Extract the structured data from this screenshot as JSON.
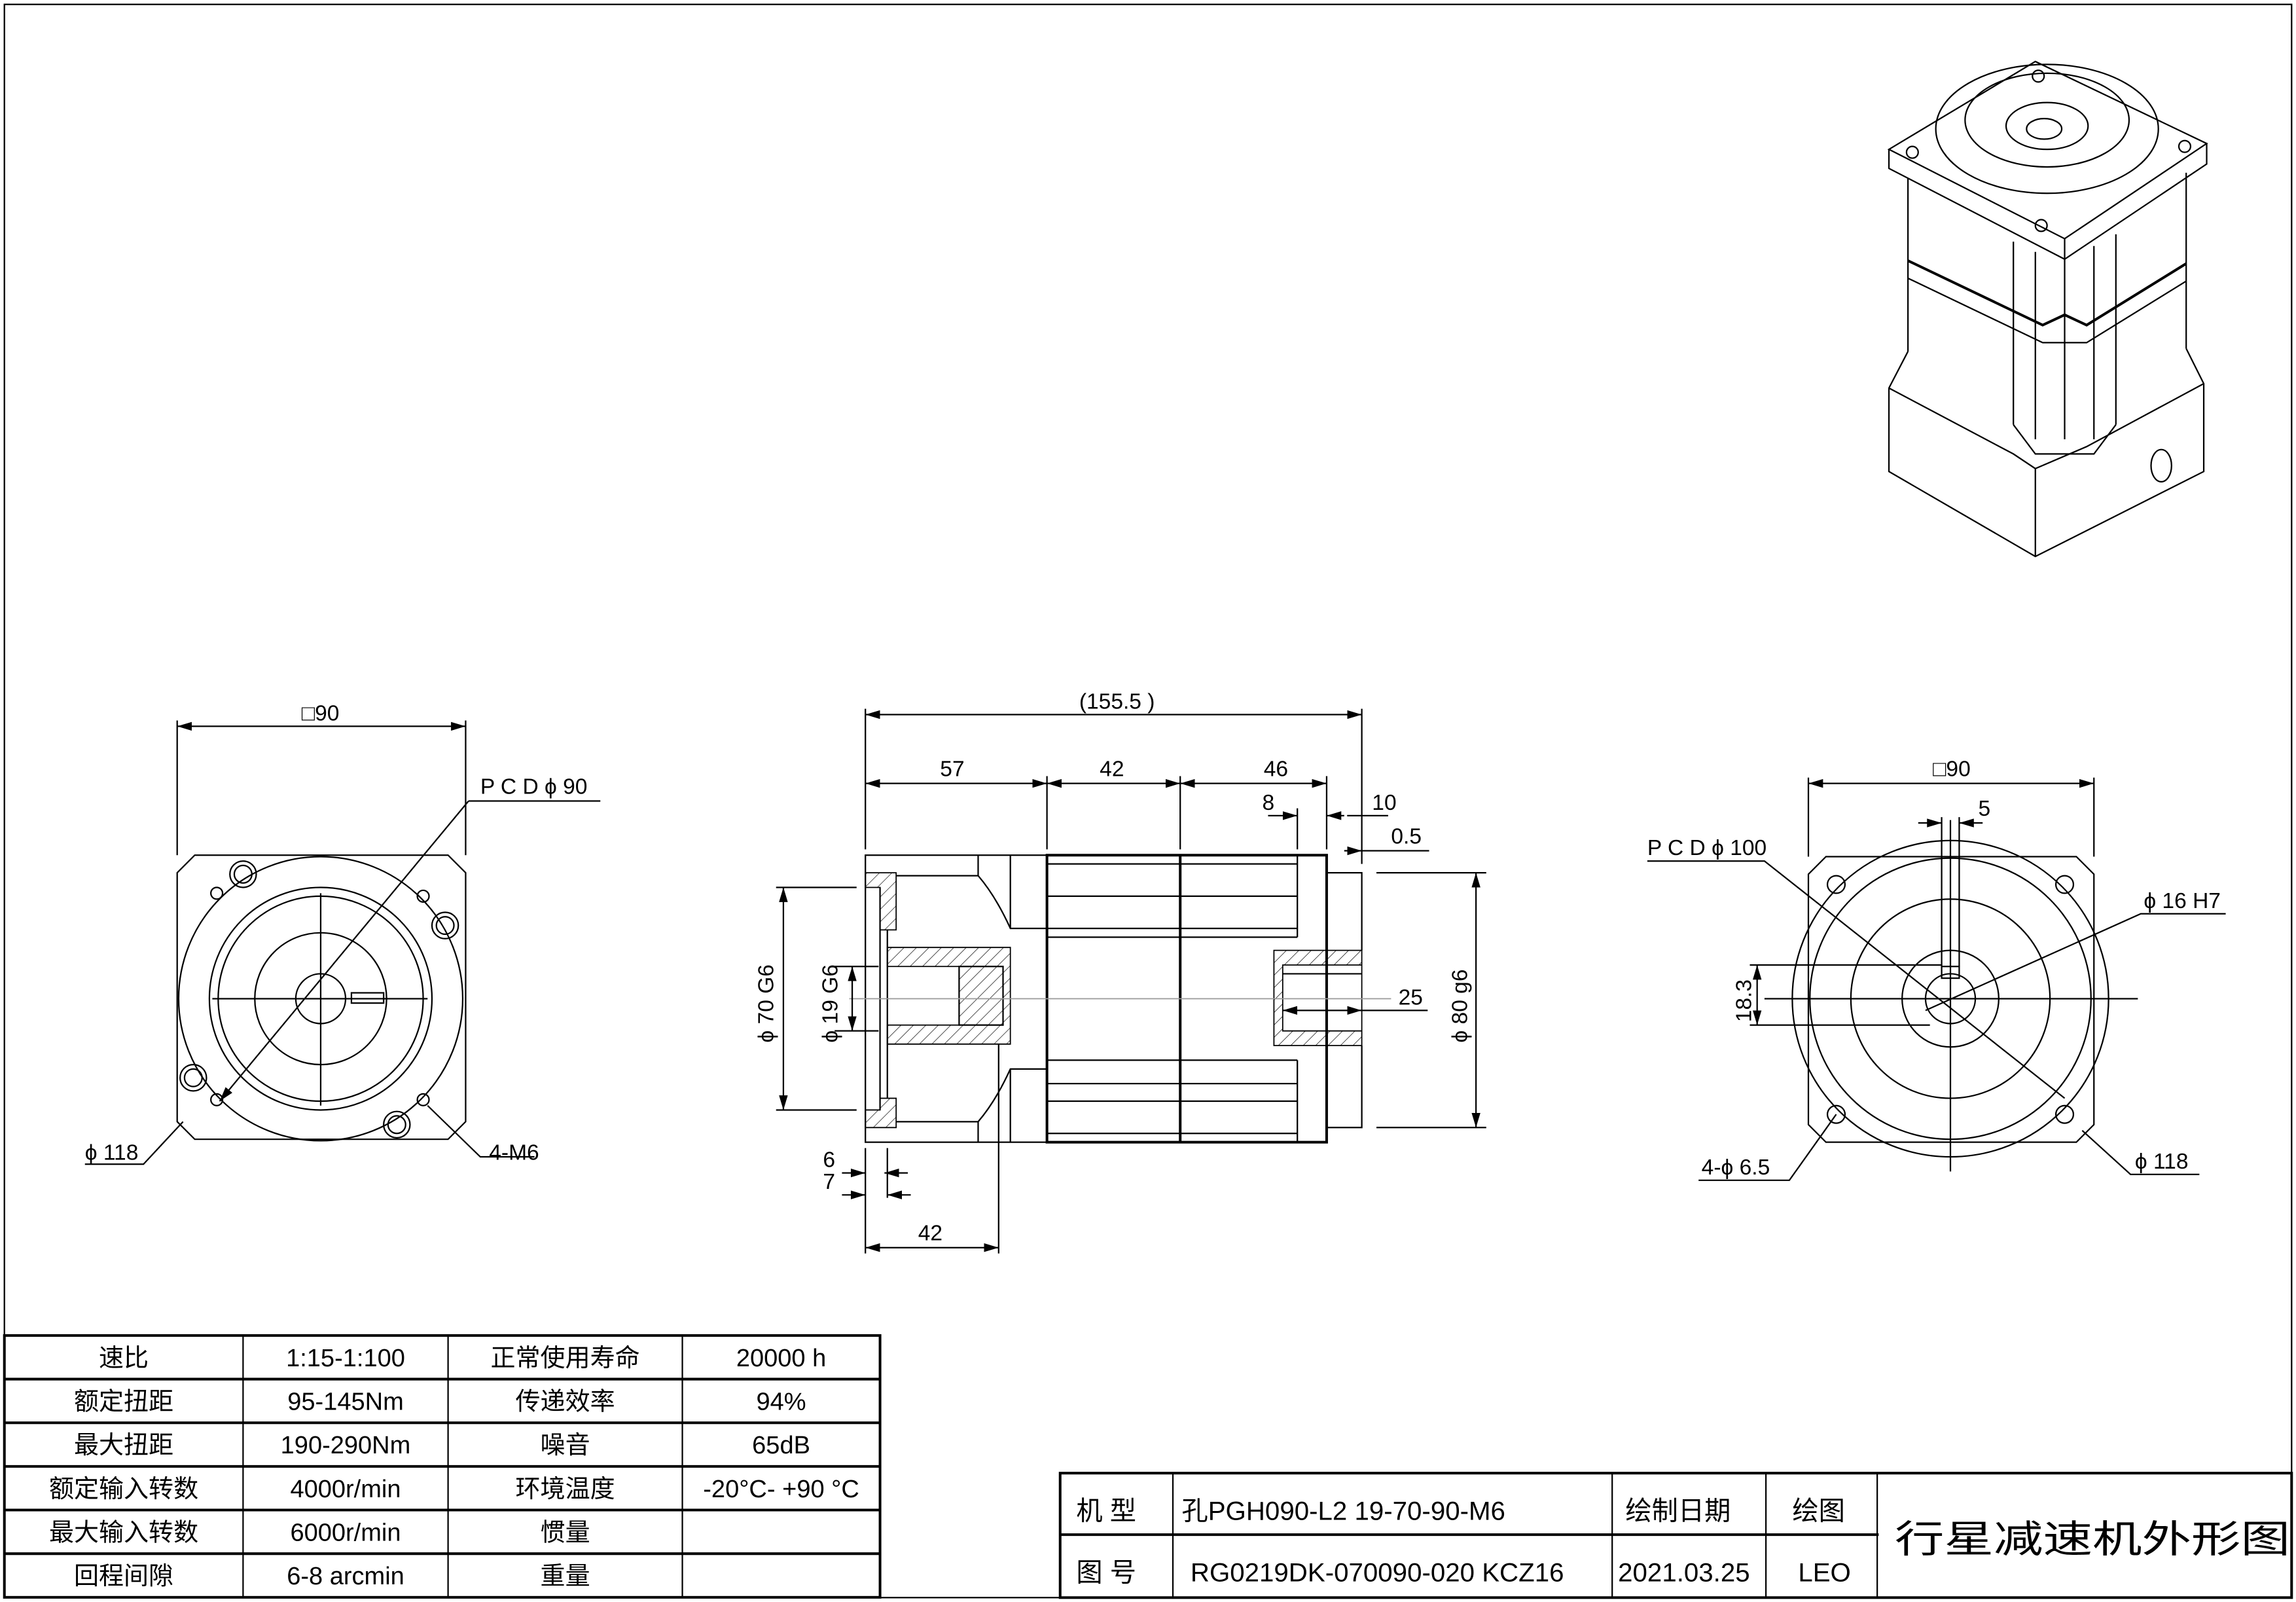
{
  "drawing": {
    "left_view": {
      "square": "□90",
      "pcd": "P C D   ϕ 90",
      "outer": "ϕ 118",
      "holes": "4-M6"
    },
    "side_view": {
      "overall": "(155.5   )",
      "d1": "57",
      "d2": "42",
      "d3": "46",
      "d4": "8",
      "d5": "10",
      "d6": "0.5",
      "flange_dia": "ϕ 70  G6",
      "bore_dia": "ϕ 19  G6",
      "output_dia": "ϕ 80  g6",
      "output_depth": "25",
      "d7": "6",
      "d8": "7",
      "d9": "42"
    },
    "right_view": {
      "square": "□90",
      "keyway": "5",
      "pcd": "P C D   ϕ 100",
      "bore": "ϕ 16  H7",
      "key_height": "18.3",
      "holes": "4-ϕ 6.5",
      "outer": "ϕ 118"
    }
  },
  "spec_table": {
    "rows": [
      [
        "速比",
        "1:15-1:100",
        "正常使用寿命",
        "20000 h"
      ],
      [
        "额定扭距",
        "95-145Nm",
        "传递效率",
        "94%"
      ],
      [
        "最大扭距",
        "190-290Nm",
        "噪音",
        "65dB"
      ],
      [
        "额定输入转数",
        "4000r/min",
        "环境温度",
        "-20°C- +90 °C"
      ],
      [
        "最大输入转数",
        "6000r/min",
        "惯量",
        ""
      ],
      [
        "回程间隙",
        "6-8 arcmin",
        "重量",
        ""
      ]
    ]
  },
  "title_block": {
    "model_label": "机  型",
    "model_value": "孔PGH090-L2  19-70-90-M6",
    "number_label": "图  号",
    "number_value": "RG0219DK-070090-020  KCZ16",
    "date_label": "绘制日期",
    "date_value": "2021.03.25",
    "drawer_label": "绘图",
    "drawer_value": "LEO",
    "title": "行星减速机外形图"
  }
}
